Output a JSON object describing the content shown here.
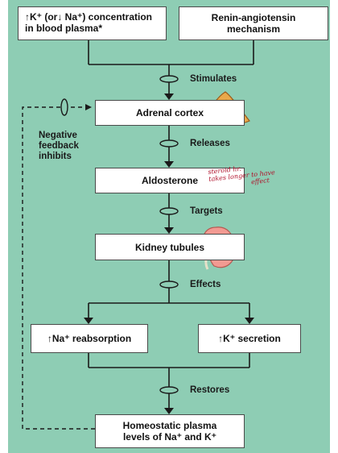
{
  "boxes": {
    "k_na_line1": "↑K⁺ (or↓ Na⁺) concentration",
    "k_na_line2": "in blood plasma*",
    "renin_line1": "Renin-angiotensin",
    "renin_line2": "mechanism",
    "adrenal": "Adrenal cortex",
    "aldosterone": "Aldosterone",
    "kidney": "Kidney tubules",
    "na_reabsorption": "↑Na⁺ reabsorption",
    "k_secretion": "↑K⁺ secretion",
    "homeostatic_line1": "Homeostatic plasma",
    "homeostatic_line2": "levels of Na⁺ and K⁺"
  },
  "labels": {
    "stimulates": "Stimulates",
    "releases": "Releases",
    "targets": "Targets",
    "effects": "Effects",
    "restores": "Restores",
    "neg_line1": "Negative",
    "neg_line2": "feedback",
    "neg_line3": "inhibits"
  },
  "handwritten_note": {
    "line1": "steroid hr.",
    "line2": "takes longer to have",
    "line3": "effect"
  },
  "colors": {
    "panel": "#8ecdb4",
    "note": "#b0102a",
    "adrenal_gland": "#e9a84a",
    "kidney": "#f29a92"
  },
  "icons": [
    "adrenal-gland-icon",
    "kidney-icon"
  ]
}
